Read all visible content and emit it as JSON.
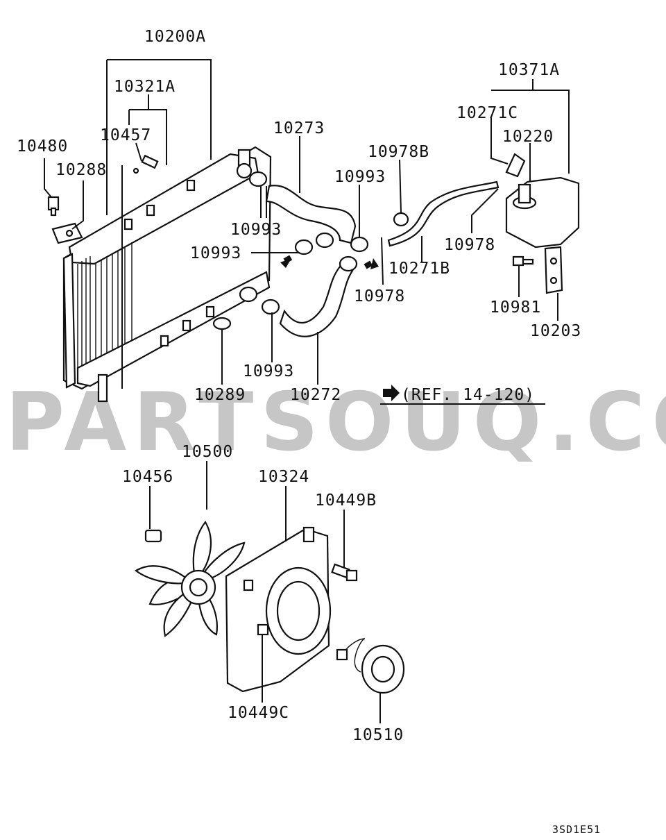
{
  "watermark": "PARTSOUQ.COM",
  "reference": "(REF. 14-120)",
  "diagram_code": "3SD1E51",
  "labels": {
    "l10200A": "10200A",
    "l10321A": "10321A",
    "l10457": "10457",
    "l10480": "10480",
    "l10288": "10288",
    "l10273": "10273",
    "l10993a": "10993",
    "l10993b": "10993",
    "l10993c": "10993",
    "l10993d": "10993",
    "l10978B": "10978B",
    "l10371A": "10371A",
    "l10271C": "10271C",
    "l10220": "10220",
    "l10978a": "10978",
    "l10978b": "10978",
    "l10271B": "10271B",
    "l10981": "10981",
    "l10203": "10203",
    "l10289": "10289",
    "l10272": "10272",
    "l10500": "10500",
    "l10456": "10456",
    "l10324": "10324",
    "l10449B": "10449B",
    "l10449C": "10449C",
    "l10510": "10510"
  }
}
